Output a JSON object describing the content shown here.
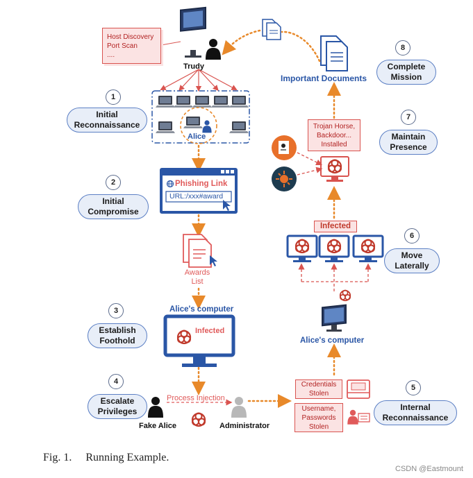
{
  "attacker": {
    "name": "Trudy",
    "note_lines": "Host Discovery\nPort Scan\n...."
  },
  "network": {
    "victim_label": "Alice"
  },
  "phishing": {
    "title": "Phishing Link",
    "url": "URL:/xxx#award"
  },
  "awards_file": {
    "label": "Awards\nList"
  },
  "alice_computer_top": {
    "title": "Alice's computer",
    "status": "Infected"
  },
  "privilege": {
    "fake_user": "Fake Alice",
    "admin_user": "Administrator",
    "action": "Process Injection"
  },
  "internal": {
    "box1": "Credentials\nStolen",
    "box2": "Username,\nPasswords\nStolen"
  },
  "alice_computer_right": {
    "title": "Alice's computer"
  },
  "lateral": {
    "infected_label": "Infected"
  },
  "presence": {
    "box": "Trojan Horse,\nBackdoor...\nInstalled"
  },
  "documents": {
    "label": "Important Documents"
  },
  "steps": [
    {
      "num": "1",
      "label": "Initial\nReconnaissance"
    },
    {
      "num": "2",
      "label": "Initial\nCompromise"
    },
    {
      "num": "3",
      "label": "Establish\nFoothold"
    },
    {
      "num": "4",
      "label": "Escalate\nPrivileges"
    },
    {
      "num": "5",
      "label": "Internal\nReconnaissance"
    },
    {
      "num": "6",
      "label": "Move\nLaterally"
    },
    {
      "num": "7",
      "label": "Maintain\nPresence"
    },
    {
      "num": "8",
      "label": "Complete\nMission"
    }
  ],
  "caption": "Fig. 1.     Running Example.",
  "watermark": "CSDN @Eastmount",
  "colors": {
    "blue": "#2a56a6",
    "orange": "#e8892a",
    "red": "#d9534f",
    "dark": "#222222"
  }
}
